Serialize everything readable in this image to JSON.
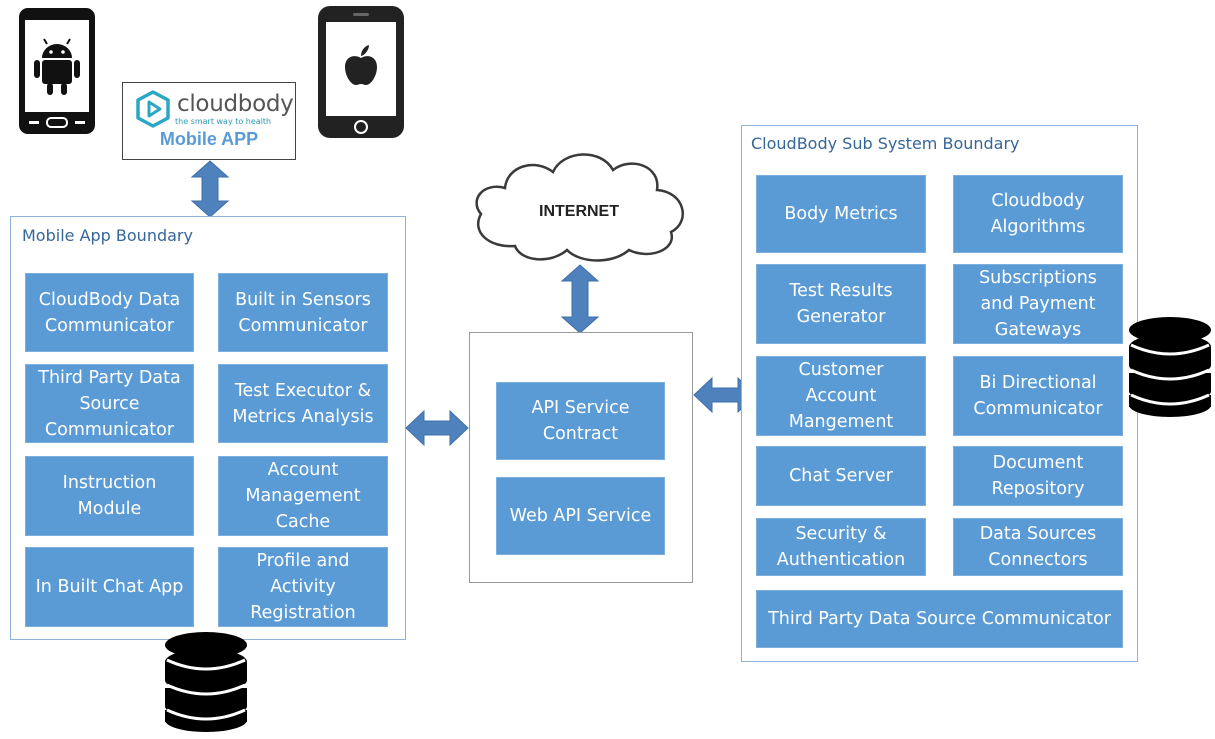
{
  "mobile_app": {
    "brand": "cloudbody",
    "tagline": "the smart way to health",
    "label": "Mobile APP"
  },
  "internet": {
    "label": "INTERNET"
  },
  "mobile_boundary": {
    "title": "Mobile App Boundary",
    "blocks": [
      "CloudBody Data\nCommunicator",
      "Built in Sensors\nCommunicator",
      "Third Party Data\nSource\nCommunicator",
      "Test Executor &\nMetrics Analysis",
      "Instruction\nModule",
      "Account\nManagement\nCache",
      "In Built Chat App",
      "Profile and\nActivity\nRegistration"
    ]
  },
  "api_boundary": {
    "blocks": [
      "API Service\nContract",
      "Web API Service"
    ]
  },
  "subsystem_boundary": {
    "title": "CloudBody Sub System Boundary",
    "blocks": [
      "Body Metrics",
      "Cloudbody\nAlgorithms",
      "Test Results\nGenerator",
      "Subscriptions\nand Payment\nGateways",
      "Customer\nAccount\nMangement",
      "Bi Directional\nCommunicator",
      "Chat Server",
      "Document\nRepository",
      "Security &\nAuthentication",
      "Data Sources\nConnectors",
      "Third Party Data Source Communicator"
    ]
  },
  "icons": {
    "android_phone": "android-phone-icon",
    "apple_phone": "apple-phone-icon",
    "database": "database-icon",
    "cloud": "cloud-icon",
    "arrow": "double-arrow-icon"
  },
  "colors": {
    "block": "#5b9bd5",
    "boundary_border": "#8fb3d6",
    "boundary_title": "#35669a",
    "arrow": "#4f81bd"
  }
}
